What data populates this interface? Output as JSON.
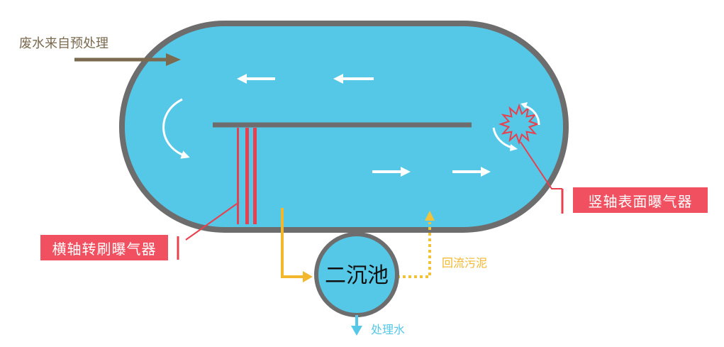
{
  "labels": {
    "inflow": "废水来自预处理",
    "horizontal_aerator": "横轴转刷曝气器",
    "vertical_aerator": "竖轴表面曝气器",
    "clarifier": "二沉池",
    "return_sludge": "回流污泥",
    "treated_water": "处理水"
  },
  "colors": {
    "basin_fill": "#55c8e8",
    "basin_outline": "#6d6d6d",
    "inflow_arrow": "#7a6a4f",
    "tag_background": "#f0505f",
    "tag_text": "#ffffff",
    "brush_bars": "#e8404e",
    "effluent_line": "#f2b72d",
    "return_line": "#f2c23a",
    "treated_arrow": "#55c8e8",
    "flow_arrows": "#ffffff",
    "leader_lines": "#e8404e"
  }
}
